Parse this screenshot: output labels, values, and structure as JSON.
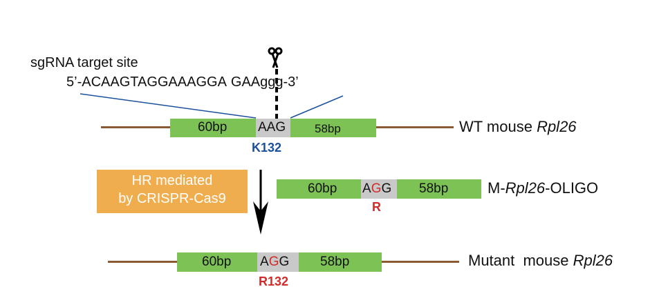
{
  "sgRNA": {
    "title": "sgRNA target site",
    "sequence_left": "5’-ACAAGTAGGAAAGGA",
    "sequence_right": "GAAggg-3’"
  },
  "wt": {
    "left_bp": "60bp",
    "codon": "AAG",
    "right_bp": "58bp",
    "aa_label": "K132",
    "name_prefix": "WT mouse ",
    "name_gene": "Rpl26"
  },
  "hr": {
    "line1": "HR mediated",
    "line2": "by CRISPR-Cas9"
  },
  "oligo": {
    "left_bp": "60bp",
    "codon_a": "A",
    "codon_g": "G",
    "codon_g2": "G",
    "right_bp": "58bp",
    "aa_label": "R",
    "name_prefix": "M-",
    "name_gene": "Rpl26",
    "name_suffix": "-OLIGO"
  },
  "mutant": {
    "left_bp": "60bp",
    "codon_a": "A",
    "codon_g": "G",
    "codon_g2": "G",
    "right_bp": "58bp",
    "aa_label": "R132",
    "name_prefix": "Mutant  mouse ",
    "name_gene": "Rpl26"
  },
  "colors": {
    "brown": "#8a5a33",
    "green": "#7cc255",
    "grey": "#c9c9c9",
    "blue": "#1a4f9c",
    "red": "#d22b2b",
    "orange": "#f0ad4e"
  }
}
